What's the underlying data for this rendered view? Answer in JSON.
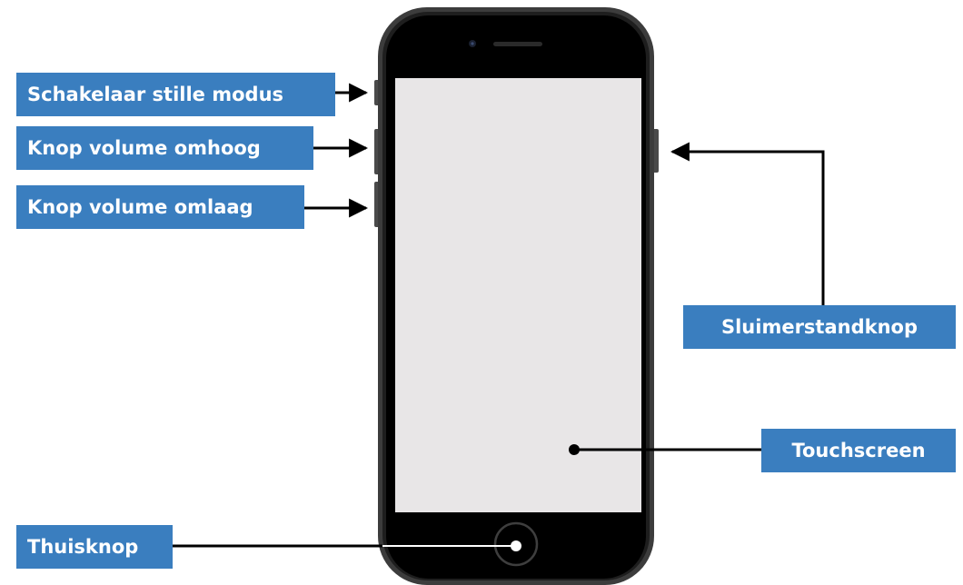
{
  "labels": {
    "silent_switch": "Schakelaar stille modus",
    "volume_up": "Knop volume omhoog",
    "volume_down": "Knop volume omlaag",
    "sleep_wake": "Sluimerstandknop",
    "touchscreen": "Touchscreen",
    "home_button": "Thuisknop"
  },
  "colors": {
    "label_background": "#3a7ebf",
    "label_text": "#ffffff",
    "phone_body": "#000000",
    "phone_frame": "#3c3c3c",
    "screen": "#e8e6e7",
    "leader_line": "#000000"
  },
  "icons": {
    "earpiece": "speaker-slot-icon",
    "camera": "front-camera-icon",
    "home": "home-button-icon"
  }
}
